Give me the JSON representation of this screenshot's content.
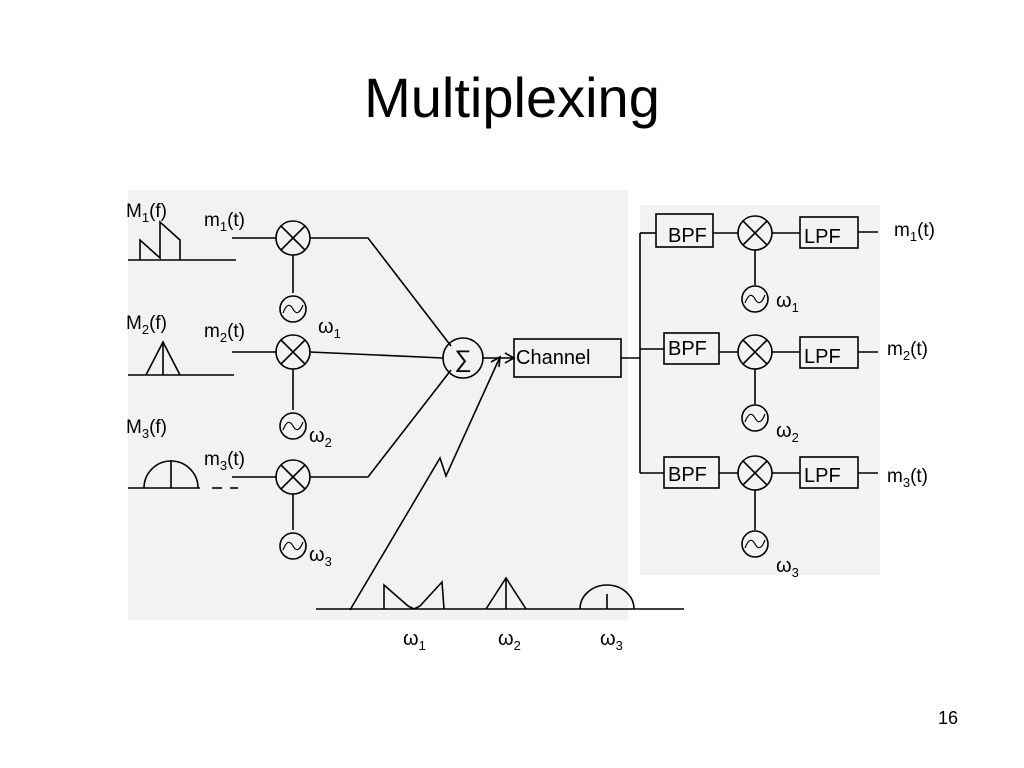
{
  "slide": {
    "title": "Multiplexing",
    "page_number": "16"
  },
  "inputs": [
    {
      "spectrum_label": {
        "base": "M",
        "sub": "1",
        "tail": "(f)"
      },
      "signal_label": {
        "base": "m",
        "sub": "1",
        "tail": "(t)"
      },
      "carrier_label": {
        "base": "ω",
        "sub": "1"
      }
    },
    {
      "spectrum_label": {
        "base": "M",
        "sub": "2",
        "tail": "(f)"
      },
      "signal_label": {
        "base": "m",
        "sub": "2",
        "tail": "(t)"
      },
      "carrier_label": {
        "base": "ω",
        "sub": "2"
      }
    },
    {
      "spectrum_label": {
        "base": "M",
        "sub": "3",
        "tail": "(f)"
      },
      "signal_label": {
        "base": "m",
        "sub": "3",
        "tail": "(t)"
      },
      "carrier_label": {
        "base": "ω",
        "sub": "3"
      }
    }
  ],
  "summer": {
    "symbol": "∑"
  },
  "channel": {
    "label": "Channel"
  },
  "receivers": [
    {
      "bpf": "BPF",
      "lpf": "LPF",
      "carrier_label": {
        "base": "ω",
        "sub": "1"
      },
      "output_label": {
        "base": "m",
        "sub": "1",
        "tail": "(t)"
      }
    },
    {
      "bpf": "BPF",
      "lpf": "LPF",
      "carrier_label": {
        "base": "ω",
        "sub": "2"
      },
      "output_label": {
        "base": "m",
        "sub": "2",
        "tail": "(t)"
      }
    },
    {
      "bpf": "BPF",
      "lpf": "LPF",
      "carrier_label": {
        "base": "ω",
        "sub": "3"
      },
      "output_label": {
        "base": "m",
        "sub": "3",
        "tail": "(t)"
      }
    }
  ],
  "spectrum_axis": [
    {
      "base": "ω",
      "sub": "1"
    },
    {
      "base": "ω",
      "sub": "2"
    },
    {
      "base": "ω",
      "sub": "3"
    }
  ]
}
